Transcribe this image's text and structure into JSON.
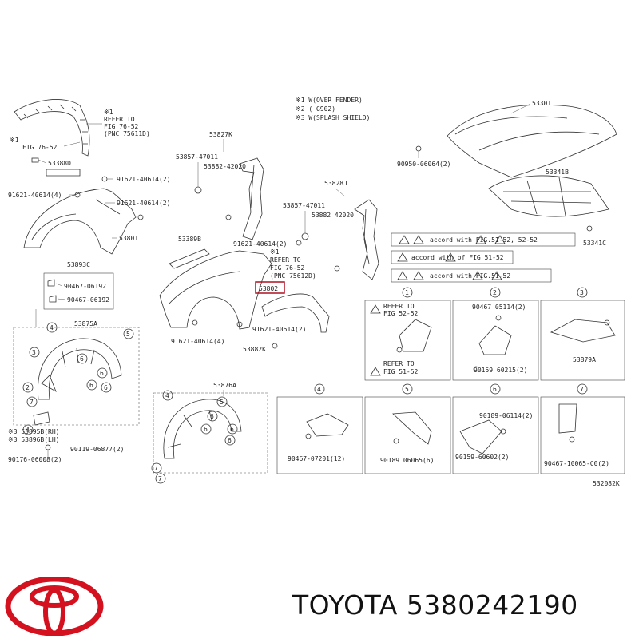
{
  "notes": {
    "n1": "※1 W(OVER FENDER)",
    "n2": "※2 ( G902)",
    "n3": "※3 W(SPLASH SHIELD)"
  },
  "labels": {
    "over_fender_ref": [
      "※1",
      "REFER TO",
      "FIG 76-52",
      "(PNC 75611D)"
    ],
    "ref_left": [
      "※1",
      "FIG 76-52"
    ],
    "p53388d": "53388D",
    "p91621_4": "91621-40614(4)",
    "p91621_2a": "91621-40614(2)",
    "p91621_2b": "91621-40614(2)",
    "p53801": "53801",
    "p53893c": "53893C",
    "p90467a": "90467-06192",
    "p90467b": "90467-06192",
    "p53875a": "53875A",
    "p53895b": "※3 53895B(RH)",
    "p53896b": "※3 53896B(LH)",
    "p90119": "90119-06877(2)",
    "p90176": "90176-06008(2)",
    "p53827k": "53827K",
    "p53857a": "53857-47011",
    "p53882a": "53882-42020",
    "p53389b": "53389B",
    "p91621_2c": "91621-40614(2)",
    "mid_ref": [
      "※1",
      "REFER TO",
      "FIG 76-52",
      "(PNC 75612D)"
    ],
    "p53802": "53802",
    "p91621_4b": "91621-40614(4)",
    "p53882k": "53882K",
    "p91621_2d": "91621-40614(2)",
    "p53876a": "53876A",
    "p53828j": "53828J",
    "p53857b": "53857-47011",
    "p53882b": "53882 42020",
    "p53301": "53301",
    "p90950": "90950-06064(2)",
    "p53341b": "53341B",
    "p53341c": "53341C",
    "warn1": "accord with FIG.51-52, 52-52",
    "warn2": "accord with of FIG 51-52",
    "warn3": "accord with FIG.51-52",
    "box1_a": [
      "REFER TO",
      "FIG 52-52"
    ],
    "box1_b": [
      "REFER TO",
      "FIG 51-52"
    ],
    "box2_a": "90467 05114(2)",
    "box2_b": "90159 60215(2)",
    "box3": "53879A",
    "box4": "90467-07201(12)",
    "box5": "90189 06065(6)",
    "box6_a": "90189-06114(2)",
    "box6_b": "90159-60602(2)",
    "box7": "90467-10065-C0(2)",
    "fig_code": "532082K"
  },
  "callouts": [
    "1",
    "2",
    "3",
    "4",
    "5",
    "6",
    "7"
  ],
  "brand": {
    "name": "TOYOTA 5380242190",
    "accent": "#d4111f",
    "logo_icon": "toyota-logo-icon"
  }
}
